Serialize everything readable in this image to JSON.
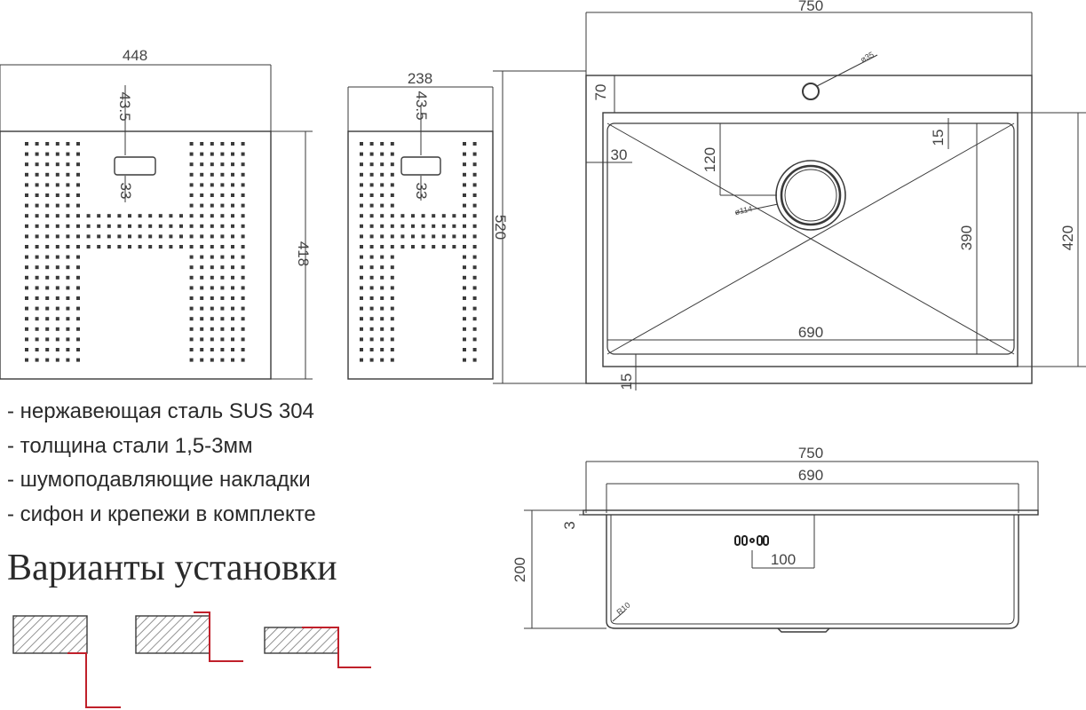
{
  "grid_views": {
    "large": {
      "width": "448",
      "height": "418",
      "slot_offset": "43.5",
      "slot_height": "33"
    },
    "small": {
      "width": "238",
      "slot_offset": "43.5",
      "slot_height": "33"
    },
    "depth_label": "520"
  },
  "sink_top_view": {
    "overall_width": "750",
    "drain_hole": "ø35",
    "hole_offset": "70",
    "rim_width": "30",
    "drain_offset": "120",
    "drain_diameter": "ø114",
    "corner_inset": "15",
    "bowl_depth": "390",
    "bowl_width": "690",
    "bottom_inset": "15",
    "overall_depth": "420"
  },
  "sink_side_view": {
    "overall_width": "750",
    "bowl_width": "690",
    "rim_thickness": "3",
    "depth": "200",
    "radius": "R10",
    "overflow_offset": "100"
  },
  "specs": [
    "- нержавеющая сталь SUS 304",
    "- толщина стали 1,5-3мм",
    "- шумоподавляющие накладки",
    "- сифон и крепежи в комплекте"
  ],
  "install_heading": "Варианты установки",
  "colors": {
    "line": "#3a3a3a",
    "accent": "#c0202a",
    "hatch": "#777777"
  }
}
